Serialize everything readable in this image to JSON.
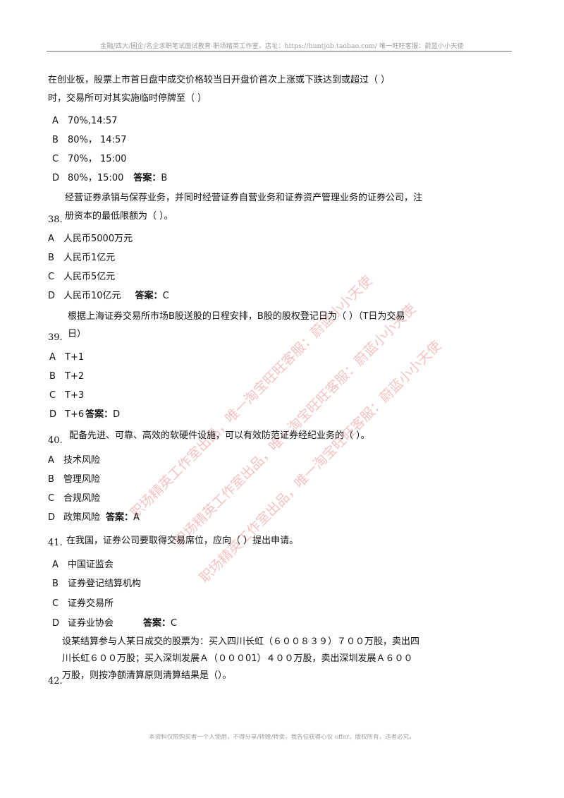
{
  "header": "金融/四大/国企/名企求职笔试面试教育-职场精英工作室，店址：https://huntjob.taobao.com/  唯一旺旺客服：蔚蓝小小天使",
  "footer": "本资料仅限购买者一个人使用，不得分享/转赠/转卖，我各位获得心仪 offer，版权所有，违者必究。",
  "watermarks": [
    "职场精英工作室出品，唯一淘宝旺旺客服：蔚蓝小小天使",
    "职场精英工作室出品，唯一淘宝旺旺客服：蔚蓝小小天使",
    "职场精英工作室出品，唯一淘宝旺旺客服：蔚蓝小小天使"
  ],
  "answer_label": "答案：",
  "q37": {
    "line1": "在创业板，股票上市首日盘中成交价格较当日开盘价首次上涨或下跌达到或超过（ ）",
    "line2": "时，交易所可对其实施临时停牌至（ ）",
    "options": [
      {
        "letter": "A",
        "text": "70%,14:57"
      },
      {
        "letter": "B",
        "text": "80%，  14:57"
      },
      {
        "letter": "C",
        "text": "70%，  15:00"
      },
      {
        "letter": "D",
        "text": "80%，15:00"
      }
    ],
    "answer": "B"
  },
  "q38": {
    "number": "38.",
    "line1": "经营证券承销与保荐业务，并同时经营证券自营业务和证券资产管理业务的证券公司，注",
    "line2": "册资本的最低限额为（ ）。",
    "options": [
      {
        "letter": "A",
        "text": "人民币5000万元"
      },
      {
        "letter": "B",
        "text": "人民币1亿元"
      },
      {
        "letter": "C",
        "text": "人民币5亿元"
      },
      {
        "letter": "D",
        "text": "人民币10亿元"
      }
    ],
    "answer": "C"
  },
  "q39": {
    "number": "39.",
    "line1": "根据上海证券交易所市场B股送股的日程安排，B股的股权登记日为（ ）（T日为交易",
    "line2": "日）",
    "options": [
      {
        "letter": "A",
        "text": "T+1"
      },
      {
        "letter": "B",
        "text": "T+2"
      },
      {
        "letter": "C",
        "text": "T+3"
      },
      {
        "letter": "D",
        "text": "T+6"
      }
    ],
    "answer": "D"
  },
  "q40": {
    "number": "40.",
    "line1": "配备先进、可靠、高效的软硬件设施，可以有效防范证券经纪业务的（ ）。",
    "options": [
      {
        "letter": "A",
        "text": "技术风险"
      },
      {
        "letter": "B",
        "text": "管理风险"
      },
      {
        "letter": "C",
        "text": "合规风险"
      },
      {
        "letter": "D",
        "text": "政策风险"
      }
    ],
    "answer": "A"
  },
  "q41": {
    "number": "41.",
    "line1": "在我国，证券公司要取得交易席位，应向（ ）提出申请。",
    "options": [
      {
        "letter": "A",
        "text": "中国证监会"
      },
      {
        "letter": "B",
        "text": "证券登记结算机构"
      },
      {
        "letter": "C",
        "text": "证券交易所"
      },
      {
        "letter": "D",
        "text": "证券业协会"
      }
    ],
    "answer": "C"
  },
  "q42": {
    "number": "42.",
    "line1": "设某结算参与人某日成交的股票为：买入四川长虹（６００８３９）７００万股，卖出四",
    "line2": "川长虹６００万股；买入深圳发展Ａ（０００01）４００万股，卖出深圳发展Ａ６００",
    "line3": "万股，则按净额清算原则清算结果是（）。"
  }
}
